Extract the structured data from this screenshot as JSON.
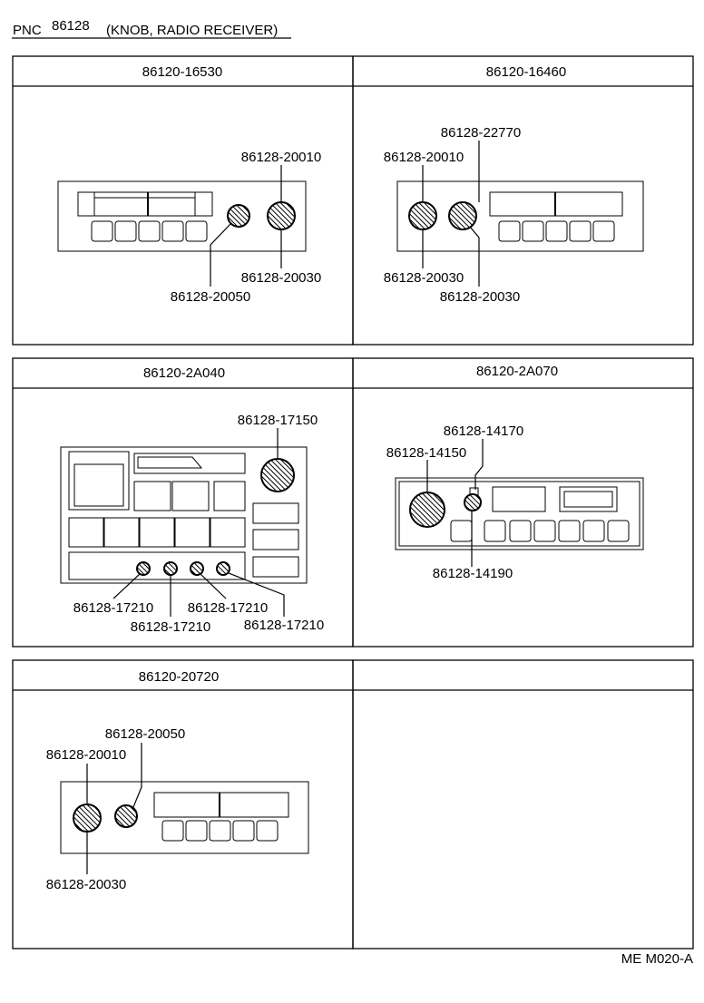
{
  "header": {
    "pnc_label": "PNC",
    "pnc_number": "86128",
    "description": "(KNOB, RADIO RECEIVER)"
  },
  "panels": [
    {
      "part_number": "86120-16530",
      "callouts": [
        "86128-20010",
        "86128-20030",
        "86128-20050"
      ]
    },
    {
      "part_number": "86120-16460",
      "callouts": [
        "86128-22770",
        "86128-20010",
        "86128-20030",
        "86128-20030"
      ]
    },
    {
      "part_number": "86120-2A040",
      "callouts": [
        "86128-17150",
        "86128-17210",
        "86128-17210",
        "86128-17210",
        "86128-17210"
      ]
    },
    {
      "part_number": "86120-2A070",
      "callouts": [
        "86128-14170",
        "86128-14150",
        "86128-14190"
      ]
    },
    {
      "part_number": "86120-20720",
      "callouts": [
        "86128-20050",
        "86128-20010",
        "86128-20030"
      ]
    },
    {
      "part_number": "",
      "callouts": []
    }
  ],
  "footer": {
    "code": "ME M020-A"
  }
}
